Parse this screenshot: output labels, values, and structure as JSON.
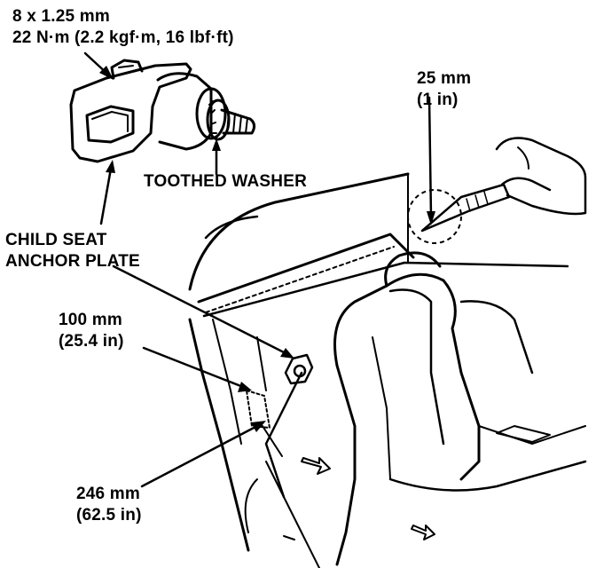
{
  "labels": {
    "bolt_spec_line1": "8 x 1.25 mm",
    "bolt_spec_line2": "22 N·m (2.2 kgf·m, 16 lbf·ft)",
    "depth_line1": "25 mm",
    "depth_line2": "(1 in)",
    "washer": "TOOTHED WASHER",
    "plate_line1": "CHILD SEAT",
    "plate_line2": "ANCHOR PLATE",
    "dist_100_line1": "100 mm",
    "dist_100_line2": "(25.4 in)",
    "dist_246_line1": "246 mm",
    "dist_246_line2": "(62.5 in)"
  },
  "colors": {
    "ink": "#000000",
    "paper": "#ffffff"
  }
}
